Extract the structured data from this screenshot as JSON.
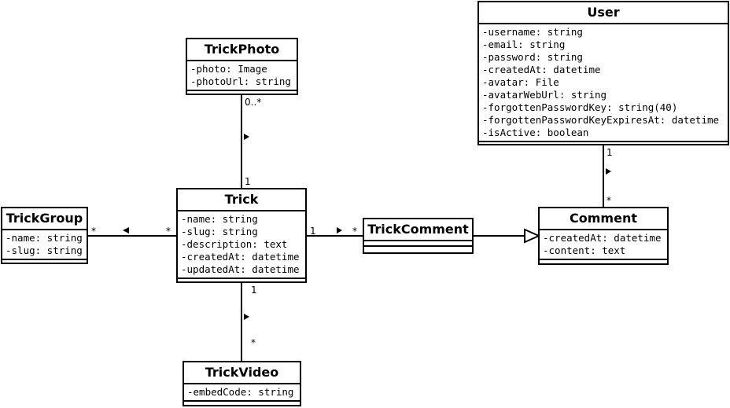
{
  "classes": {
    "user": {
      "name": "User",
      "attributes": [
        "-username: string",
        "-email: string",
        "-password: string",
        "-createdAt: datetime",
        "-avatar: File",
        "-avatarWebUrl: string",
        "-forgottenPasswordKey: string(40)",
        "-forgottenPasswordKeyExpiresAt: datetime",
        "-isActive: boolean"
      ]
    },
    "trickphoto": {
      "name": "TrickPhoto",
      "attributes": [
        "-photo: Image",
        "-photoUrl: string"
      ]
    },
    "trick": {
      "name": "Trick",
      "attributes": [
        "-name: string",
        "-slug: string",
        "-description: text",
        "-createdAt: datetime",
        "-updatedAt: datetime"
      ]
    },
    "trickgroup": {
      "name": "TrickGroup",
      "attributes": [
        "-name: string",
        "-slug: string"
      ]
    },
    "trickcomment": {
      "name": "TrickComment",
      "attributes": []
    },
    "comment": {
      "name": "Comment",
      "attributes": [
        "-createdAt: datetime",
        "-content: text"
      ]
    },
    "trickvideo": {
      "name": "TrickVideo",
      "attributes": [
        "-embedCode: string"
      ]
    }
  },
  "associations": {
    "trickphoto_trick": {
      "end_photo": "0..*",
      "end_trick": "1"
    },
    "user_comment": {
      "end_user": "1",
      "end_comment": "*"
    },
    "trickgroup_trick": {
      "end_group": "*",
      "end_trick": "*"
    },
    "trick_trickcomment": {
      "end_trick": "1",
      "end_comment": "*"
    },
    "trick_trickvideo": {
      "end_trick": "1",
      "end_video": "*"
    }
  },
  "generalizations": {
    "trickcomment_comment": {
      "from": "TrickComment",
      "to": "Comment"
    }
  }
}
